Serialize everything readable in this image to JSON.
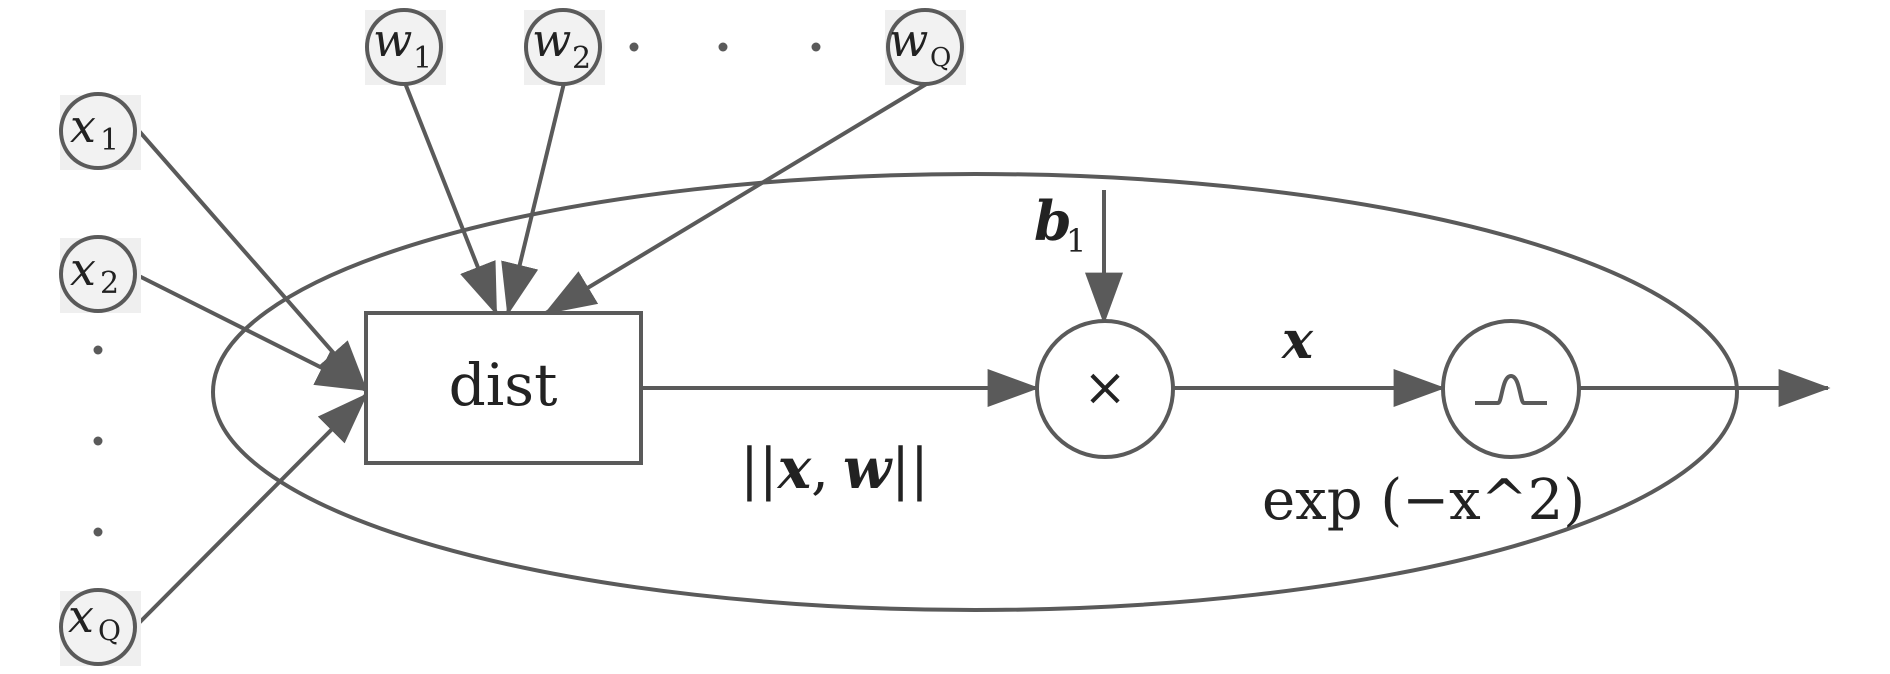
{
  "colors": {
    "stroke": "#5a5a5a",
    "node_fill": "#f2f2f2",
    "text": "#222222",
    "background": "#ffffff"
  },
  "inputs": [
    {
      "symbol": "x",
      "subscript": "1"
    },
    {
      "symbol": "x",
      "subscript": "2"
    },
    {
      "symbol": "x",
      "subscript": "Q"
    }
  ],
  "weights": [
    {
      "symbol": "w",
      "subscript": "1"
    },
    {
      "symbol": "w",
      "subscript": "2"
    },
    {
      "symbol": "w",
      "subscript": "Q"
    }
  ],
  "dist_block": {
    "label": "dist"
  },
  "dist_output": {
    "prefix": "||",
    "x": "x",
    "comma": ",",
    "w": "w",
    "suffix": "||"
  },
  "bias": {
    "symbol": "b",
    "subscript": "1"
  },
  "multiply_node": {
    "symbol": "×"
  },
  "product_label": {
    "symbol": "x"
  },
  "activation": {
    "icon": "gaussian-bump-icon",
    "label": "exp (−x^2)"
  }
}
